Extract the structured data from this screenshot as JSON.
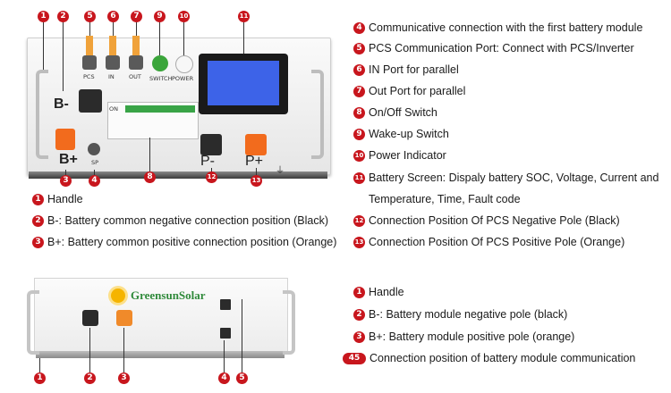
{
  "top_device": {
    "labels": {
      "b_minus": "B-",
      "b_plus": "B+",
      "p_minus": "P-",
      "p_plus": "P+",
      "pcs": "PCS",
      "in": "IN",
      "out": "OUT",
      "switch": "SWITCH",
      "power": "POWER",
      "sp": "SP",
      "on": "ON"
    },
    "callouts": [
      "1",
      "2",
      "3",
      "4",
      "5",
      "6",
      "7",
      "8",
      "9",
      "10",
      "11",
      "12",
      "13"
    ]
  },
  "top_legend_left": [
    {
      "num": "1",
      "text": "Handle"
    },
    {
      "num": "2",
      "text": "B-: Battery common negative connection position (Black)"
    },
    {
      "num": "3",
      "text": "B+: Battery common positive connection position (Orange)"
    }
  ],
  "top_legend_right": [
    {
      "num": "4",
      "text": "Communicative connection with the first battery module"
    },
    {
      "num": "5",
      "text": "PCS Communication Port: Connect with PCS/Inverter"
    },
    {
      "num": "6",
      "text": "IN Port for parallel"
    },
    {
      "num": "7",
      "text": "Out Port for parallel"
    },
    {
      "num": "8",
      "text": "On/Off Switch"
    },
    {
      "num": "9",
      "text": "Wake-up Switch"
    },
    {
      "num": "10",
      "text": "Power Indicator"
    },
    {
      "num": "11",
      "text": "Battery Screen: Dispaly battery SOC, Voltage, Current and"
    },
    {
      "num": "",
      "text": "Temperature, Time, Fault code"
    },
    {
      "num": "12",
      "text": "Connection Position Of PCS Negative Pole (Black)"
    },
    {
      "num": "13",
      "text": "Connection Position Of PCS Positive Pole (Orange)"
    }
  ],
  "bottom_device": {
    "brand": "GreensunSolar",
    "callouts": [
      "1",
      "2",
      "3",
      "4",
      "5"
    ]
  },
  "bottom_legend": [
    {
      "num": "1",
      "text": "Handle"
    },
    {
      "num": "2",
      "text": "B-: Battery module negative pole (black)"
    },
    {
      "num": "3",
      "text": "B+: Battery module positive pole (orange)"
    },
    {
      "num": "45",
      "text": "Connection position of battery module communication"
    }
  ],
  "colors": {
    "badge": "#c8161d",
    "orange": "#f26b1d",
    "screen": "#3d63e8",
    "panel": "#f1f1f1"
  }
}
